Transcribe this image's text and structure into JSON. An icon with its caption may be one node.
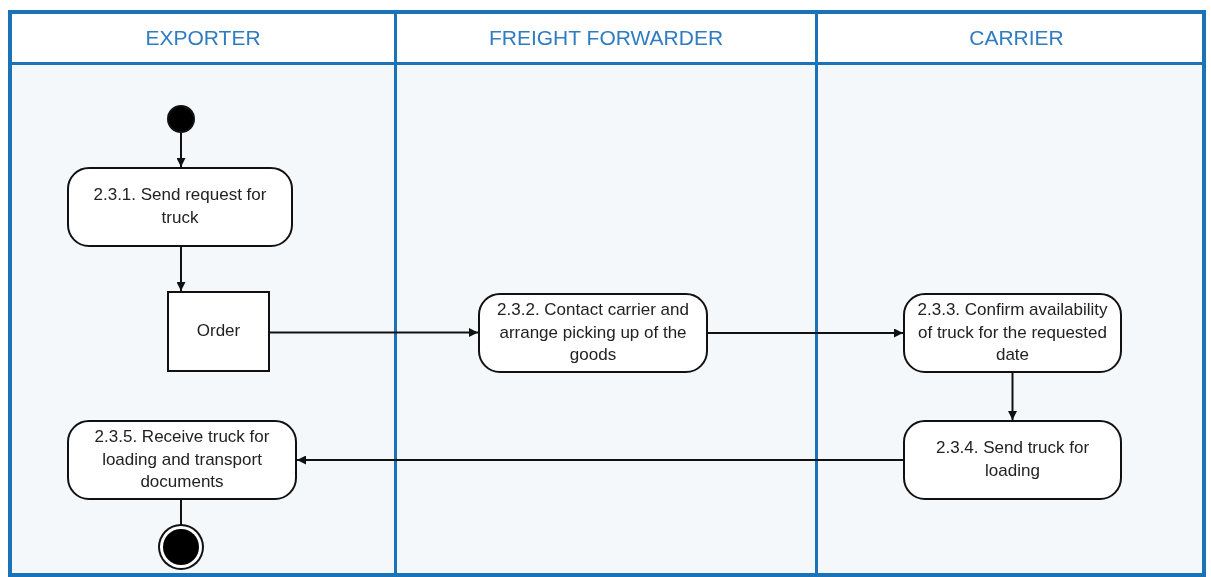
{
  "diagram": {
    "nodes": [
      {
        "text": [
          "EXPORTER"
        ]
      },
      {
        "text": [
          "FREIGHT FORWARDER"
        ]
      },
      {
        "text": [
          "CARRIER"
        ]
      },
      {
        "text": [],
        "shape": "circle",
        "in": 0
      },
      {
        "text": [
          "2.3.1. Send request for truck"
        ],
        "in": 0
      },
      {
        "text": [
          "Order"
        ],
        "in": 0
      },
      {
        "text": [
          "2.3.2. Contact carrier and arrange picking up of the goods"
        ],
        "in": 1
      },
      {
        "text": [
          "2.3.3. Confirm availability of truck for the requested date"
        ],
        "in": 2
      },
      {
        "text": [
          "2.3.4. Send truck for loading"
        ],
        "in": 2
      },
      {
        "text": [
          "2.3.5. Receive truck for loading and transport documents"
        ],
        "in": 0
      },
      {
        "text": [],
        "shape": "circle",
        "in": 0
      }
    ],
    "edges": [
      {
        "from": 3,
        "to": 4,
        "arrow": "to"
      },
      {
        "from": 4,
        "to": 5,
        "arrow": "to"
      },
      {
        "from": 5,
        "to": 6,
        "arrow": "to"
      },
      {
        "from": 6,
        "to": 7,
        "arrow": "to"
      },
      {
        "from": 7,
        "to": 8,
        "arrow": "to"
      },
      {
        "from": 8,
        "to": 9,
        "arrow": "to"
      },
      {
        "from": 9,
        "to": 10,
        "arrow": "none"
      }
    ]
  }
}
